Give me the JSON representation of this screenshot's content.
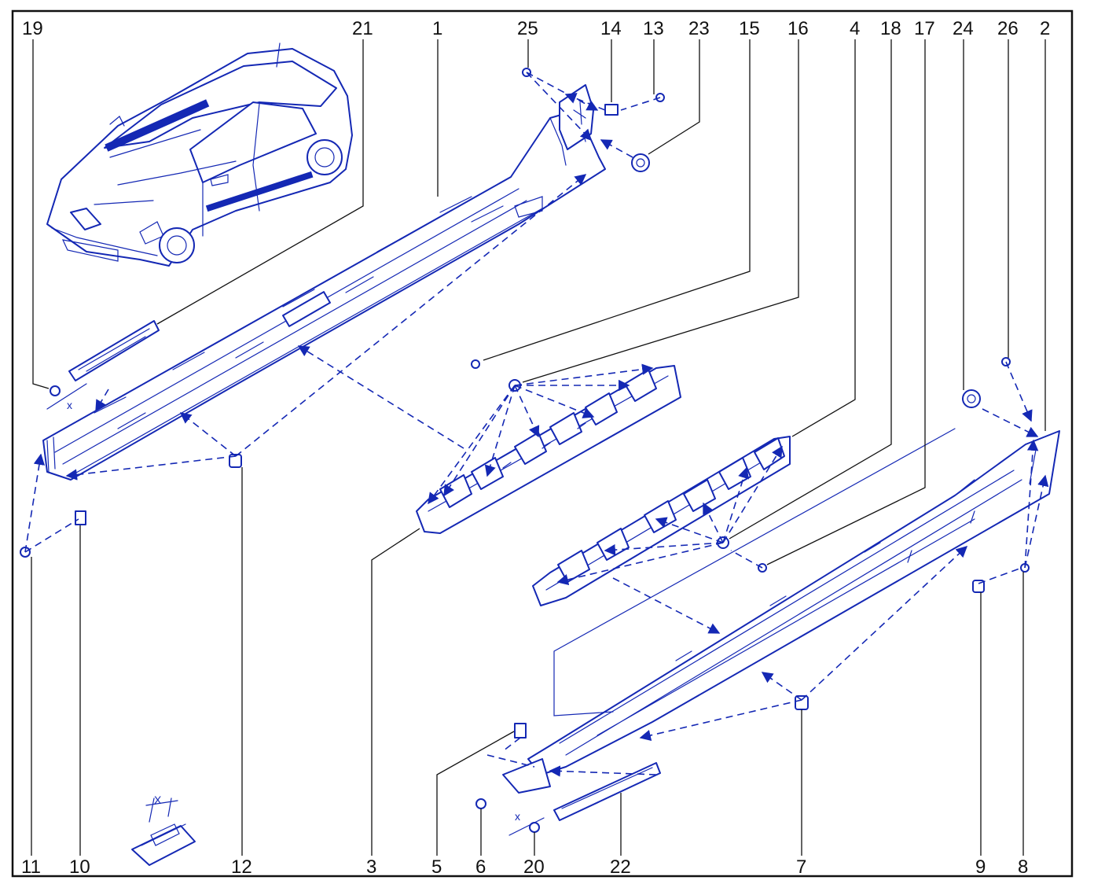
{
  "colors": {
    "line_art": "#1428b4",
    "callout_text": "#111111",
    "frame": "#111111",
    "background": "#ffffff"
  },
  "callouts": {
    "c1": "1",
    "c2": "2",
    "c3": "3",
    "c4": "4",
    "c5": "5",
    "c6": "6",
    "c7": "7",
    "c8": "8",
    "c9": "9",
    "c10": "10",
    "c11": "11",
    "c12": "12",
    "c13": "13",
    "c14": "14",
    "c15": "15",
    "c16": "16",
    "c17": "17",
    "c18": "18",
    "c19": "19",
    "c20": "20",
    "c21": "21",
    "c22": "22",
    "c23": "23",
    "c24": "24",
    "c25": "25",
    "c26": "26"
  },
  "dimension_marks": {
    "x_19": "x",
    "x_20": "x",
    "x_detail": "X"
  }
}
